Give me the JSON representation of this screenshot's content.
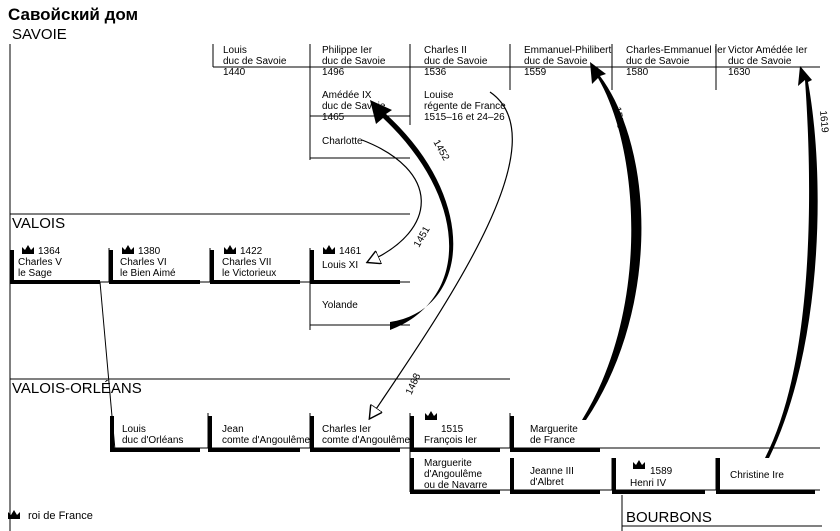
{
  "title": "Савойский дом",
  "sections": {
    "savoie": "SAVOIE",
    "valois": "VALOIS",
    "valois_orleans": "VALOIS-ORLÉANS",
    "bourbons": "BOURBONS"
  },
  "legend": {
    "label": "roi de France"
  },
  "people": {
    "louis_savoie": [
      "Louis",
      "duc de Savoie",
      "1440"
    ],
    "philippe": [
      "Philippe Ier",
      "duc de Savoie",
      "1496"
    ],
    "charles_ii": [
      "Charles II",
      "duc de Savoie",
      "1536"
    ],
    "emmanuel_philibert": [
      "Emmanuel-Philibert",
      "duc de Savoie",
      "1559"
    ],
    "charles_emmanuel": [
      "Charles-Emmanuel Ier",
      "duc de Savoie",
      "1580"
    ],
    "victor_amedee": [
      "Victor Amédée Ier",
      "duc de Savoie",
      "1630"
    ],
    "amedee_ix": [
      "Amédée IX",
      "duc de Savoie",
      "1465"
    ],
    "louise": [
      "Louise",
      "régente de France",
      "1515–16 et 24–26"
    ],
    "charlotte": [
      "Charlotte"
    ],
    "charles_v": [
      "1364",
      "Charles V",
      "le Sage"
    ],
    "charles_vi": [
      "1380",
      "Charles VI",
      "le Bien Aimé"
    ],
    "charles_vii": [
      "1422",
      "Charles VII",
      "le Victorieux"
    ],
    "louis_xi": [
      "1461",
      "Louis XI"
    ],
    "yolande": [
      "Yolande"
    ],
    "louis_orleans": [
      "Louis",
      "duc d'Orléans"
    ],
    "jean_angouleme": [
      "Jean",
      "comte d'Angoulême"
    ],
    "charles_angouleme": [
      "Charles Ier",
      "comte d'Angoulême"
    ],
    "francois_i": [
      "1515",
      "François Ier"
    ],
    "marguerite_france": [
      "Marguerite",
      "de France"
    ],
    "marguerite_navarre": [
      "Marguerite",
      "d'Angoulême",
      "ou de Navarre"
    ],
    "jeanne_iii": [
      "Jeanne III",
      "d'Albret"
    ],
    "henri_iv": [
      "1589",
      "Henri IV"
    ],
    "christine": [
      "Christine Ire"
    ]
  },
  "arrows": {
    "a1452": "1452",
    "a1451": "1451",
    "a1488": "1488",
    "a1559": "1559",
    "a1619": "1619"
  }
}
